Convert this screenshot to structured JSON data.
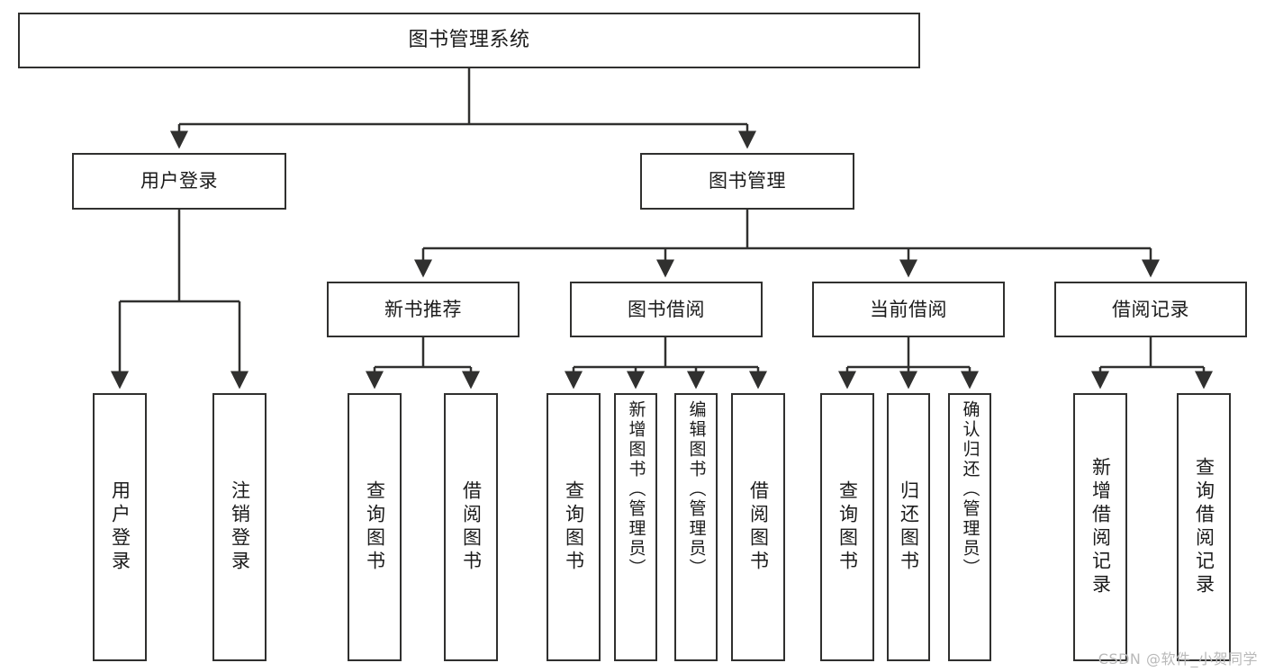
{
  "diagram": {
    "title": "图书管理系统",
    "type": "tree-hierarchy",
    "stroke_color": "#30302f",
    "text_color": "#1b1b1b",
    "background_color": "#ffffff"
  },
  "root": {
    "label": "图书管理系统"
  },
  "level2": [
    {
      "id": "user-login",
      "label": "用户登录"
    },
    {
      "id": "book-manage",
      "label": "图书管理"
    }
  ],
  "level3": [
    {
      "id": "new-book-recommend",
      "label": "新书推荐"
    },
    {
      "id": "book-borrow",
      "label": "图书借阅"
    },
    {
      "id": "current-borrow",
      "label": "当前借阅"
    },
    {
      "id": "borrow-record",
      "label": "借阅记录"
    }
  ],
  "leaves": {
    "user_login": [
      {
        "id": "leaf-user-login",
        "label": "用户登录"
      },
      {
        "id": "leaf-logout-login",
        "label": "注销登录"
      }
    ],
    "new_book_recommend": [
      {
        "id": "leaf-query-book-1",
        "label": "查询图书"
      },
      {
        "id": "leaf-borrow-book-1",
        "label": "借阅图书"
      }
    ],
    "book_borrow": [
      {
        "id": "leaf-query-book-2",
        "label": "查询图书"
      },
      {
        "id": "leaf-add-book-admin",
        "label": "新增图书（管理员）"
      },
      {
        "id": "leaf-edit-book-admin",
        "label": "编辑图书（管理员）"
      },
      {
        "id": "leaf-borrow-book-2",
        "label": "借阅图书"
      }
    ],
    "current_borrow": [
      {
        "id": "leaf-query-book-3",
        "label": "查询图书"
      },
      {
        "id": "leaf-return-book",
        "label": "归还图书"
      },
      {
        "id": "leaf-confirm-return-admin",
        "label": "确认归还（管理员）"
      }
    ],
    "borrow_record": [
      {
        "id": "leaf-add-borrow-record",
        "label": "新增借阅记录"
      },
      {
        "id": "leaf-query-borrow-record",
        "label": "查询借阅记录"
      }
    ]
  },
  "watermark": {
    "text": "CSDN @软件_小贺同学"
  }
}
